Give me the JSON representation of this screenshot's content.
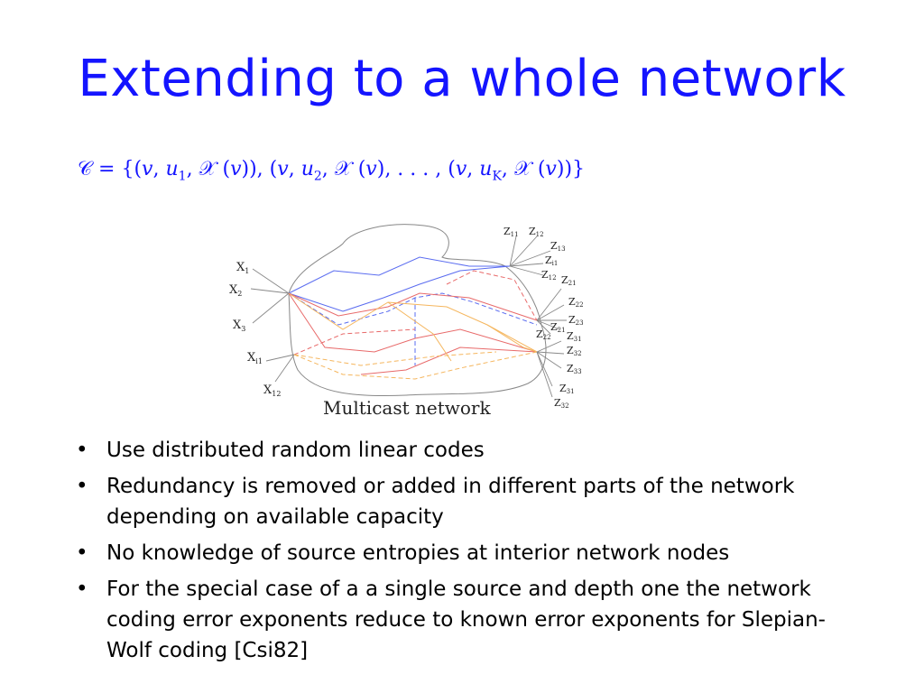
{
  "slide": {
    "title": "Extending to a whole network",
    "title_color": "#1414ff",
    "formula": {
      "script_c": "𝒞",
      "equals": " = {(",
      "v": "v",
      "u": "u",
      "sub1": "1",
      "sub2": "2",
      "subK": "K",
      "script_x": "𝒳",
      "pt1": ", ",
      "pt2": " (",
      "pt3": ")), (",
      "ellipsis": "), . . . , (",
      "close": "))}"
    },
    "diagram": {
      "caption": "Multicast network",
      "sources": [
        "X",
        "X",
        "X",
        "X",
        "X"
      ],
      "source_subs": [
        "1",
        "2",
        "3",
        "i1",
        "12"
      ],
      "sinks": [
        {
          "base": "Z",
          "sub": "11"
        },
        {
          "base": "Z",
          "sub": "12"
        },
        {
          "base": "Z",
          "sub": "13"
        },
        {
          "base": "Z",
          "sub": "i1"
        },
        {
          "base": "Z",
          "sub": "12"
        },
        {
          "base": "Z",
          "sub": "21"
        },
        {
          "base": "Z",
          "sub": "22"
        },
        {
          "base": "Z",
          "sub": "23"
        },
        {
          "base": "Z",
          "sub": "21"
        },
        {
          "base": "Z",
          "sub": "22"
        },
        {
          "base": "Z",
          "sub": "31"
        },
        {
          "base": "Z",
          "sub": "32"
        },
        {
          "base": "Z",
          "sub": "33"
        },
        {
          "base": "Z",
          "sub": "31"
        },
        {
          "base": "Z",
          "sub": "32"
        }
      ]
    },
    "bullets": [
      "Use distributed random linear codes",
      "Redundancy is removed or added in different parts of the network depending on available capacity",
      "No knowledge of source entropies at interior network nodes",
      "For the special case of a a single source and depth one the network coding error exponents reduce to known error exponents for Slepian-Wolf coding [Csi82]"
    ],
    "bullet_symbol": "•"
  }
}
